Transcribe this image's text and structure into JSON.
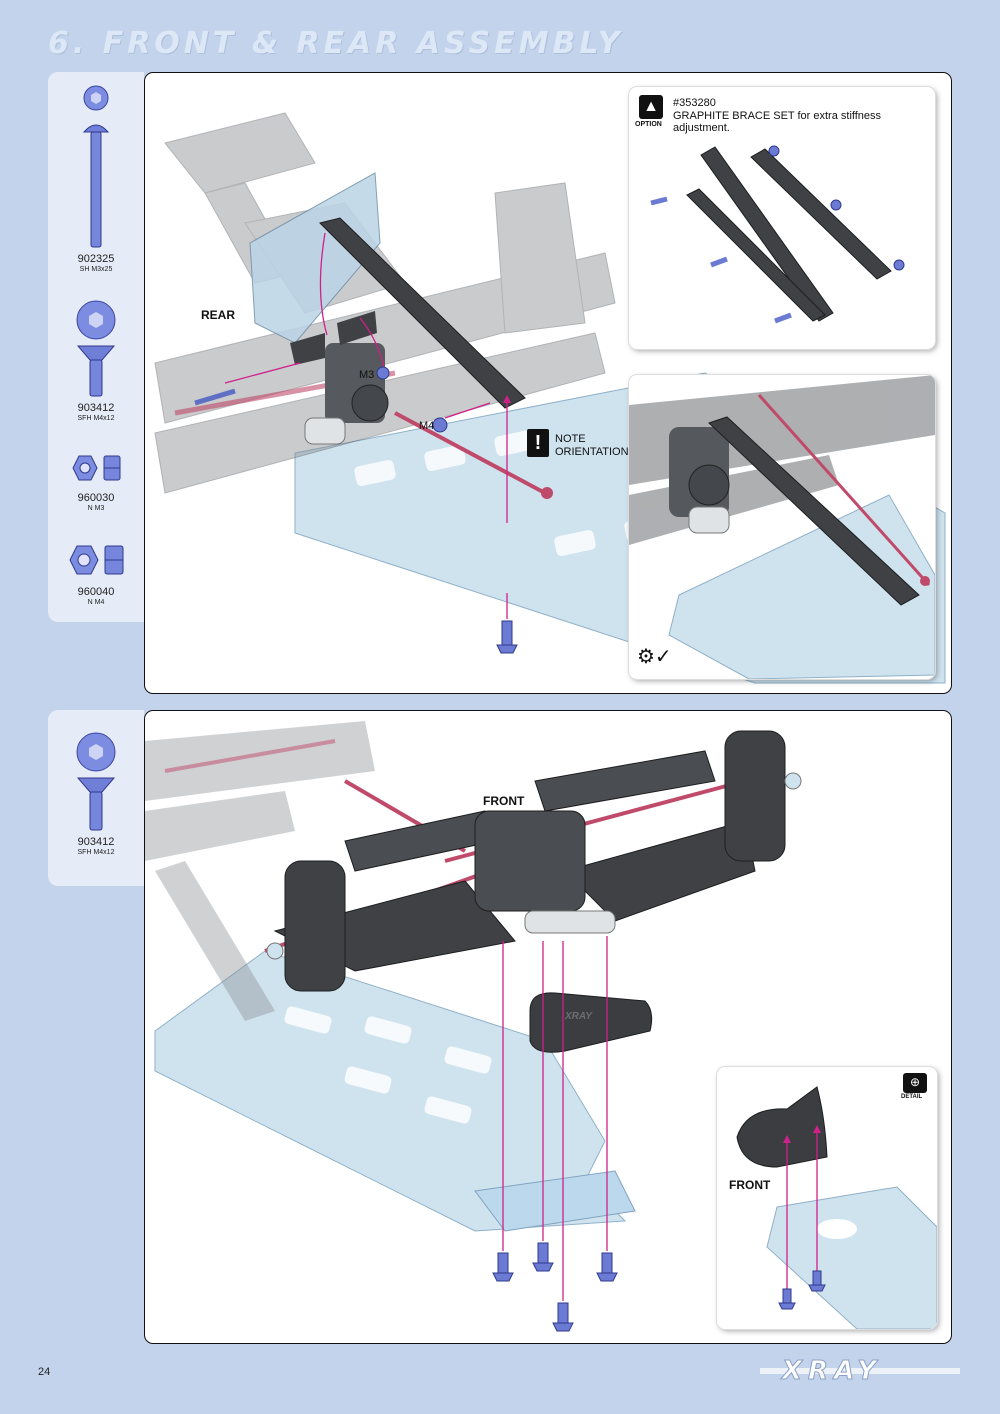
{
  "page": {
    "section_title": "6. FRONT & REAR ASSEMBLY",
    "page_number": "24",
    "brand_logo": "XRAY"
  },
  "top_parts": [
    {
      "code": "902325",
      "desc": "SH M3x25",
      "icon": "button-head-screw-icon"
    },
    {
      "code": "903412",
      "desc": "SFH M4x12",
      "icon": "flat-head-screw-icon"
    },
    {
      "code": "960030",
      "desc": "N M3",
      "icon": "nut-icon"
    },
    {
      "code": "960040",
      "desc": "N M4",
      "icon": "nut-icon"
    }
  ],
  "bottom_parts": [
    {
      "code": "903412",
      "desc": "SFH M4x12",
      "icon": "flat-head-screw-icon"
    }
  ],
  "rear_panel": {
    "direction_label": "REAR",
    "m3_label": "M3",
    "m4_label": "M4",
    "note_label_1": "NOTE",
    "note_label_2": "ORIENTATION",
    "option": {
      "badge": "OPTION",
      "part_number": "#353280",
      "text": "GRAPHITE BRACE SET for extra stiffness adjustment."
    }
  },
  "front_panel": {
    "direction_label": "FRONT",
    "detail_direction_label": "FRONT",
    "detail_badge": "DETAIL",
    "bumper_logo": "XRAY"
  },
  "colors": {
    "background": "#c3d3ec",
    "parts_bar": "#e6ecf7",
    "chassis": "#bfd9ea",
    "dark_part": "#3f4144",
    "red_part": "#c04a6a",
    "screw": "#5f6fc4",
    "arrow": "#d0208a"
  }
}
